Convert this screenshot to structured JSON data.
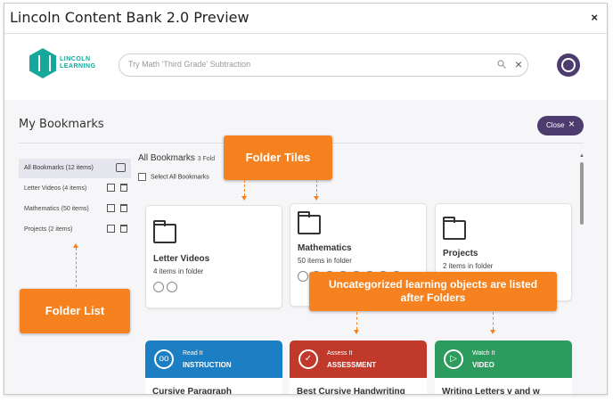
{
  "window": {
    "title": "Lincoln Content Bank 2.0 Preview",
    "close": "×"
  },
  "header": {
    "logo_text_1": "LINCOLN",
    "logo_text_2": "LEARNING",
    "search_placeholder": "Try Math 'Third Grade' Subtraction",
    "search_clear": "×"
  },
  "page": {
    "title": "My Bookmarks",
    "close_label": "Close",
    "close_icon": "×"
  },
  "sidebar": {
    "all": "All Bookmarks (12 items)",
    "items": [
      {
        "label": "Letter Videos (4 items)"
      },
      {
        "label": "Mathematics (50 items)"
      },
      {
        "label": "Projects (2 items)"
      }
    ]
  },
  "content": {
    "heading": "All Bookmarks",
    "count": "3 Fold",
    "select_all": "Select All Bookmarks",
    "folders": [
      {
        "name": "Letter Videos",
        "sub": "4 items in folder"
      },
      {
        "name": "Mathematics",
        "sub": "50 items in folder"
      },
      {
        "name": "Projects",
        "sub": "2 items in folder"
      }
    ],
    "cards": [
      {
        "kind": "Read It",
        "category": "INSTRUCTION",
        "title": "Cursive Paragraph",
        "color": "#1c7fc4"
      },
      {
        "kind": "Assess It",
        "category": "ASSESSMENT",
        "title": "Best Cursive Handwriting",
        "color": "#c0392b"
      },
      {
        "kind": "Watch It",
        "category": "VIDEO",
        "title": "Writing Letters v and w",
        "color": "#2e9b5e"
      }
    ]
  },
  "annotations": {
    "folder_tiles": "Folder Tiles",
    "folder_list": "Folder List",
    "uncategorized": "Uncategorized learning objects are listed after Folders",
    "color": "#f5821f"
  }
}
